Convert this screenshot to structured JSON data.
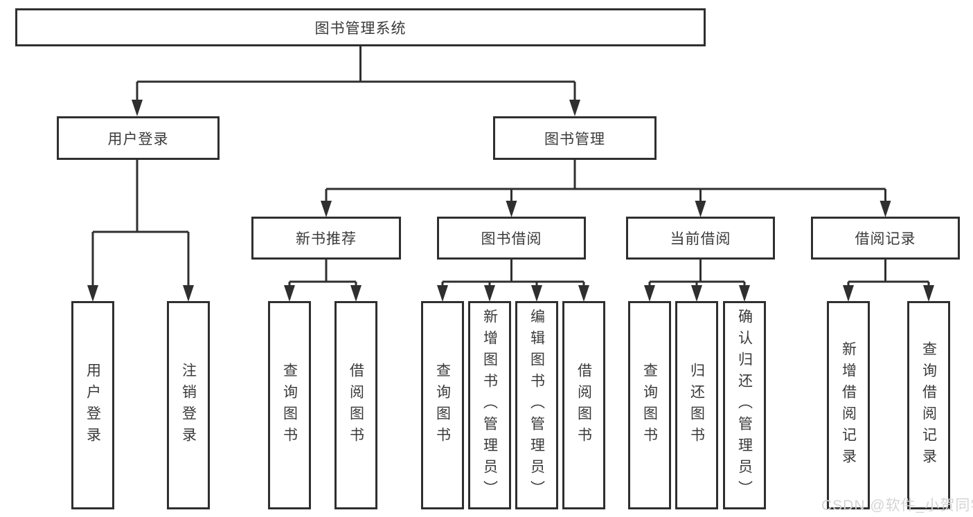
{
  "diagram": {
    "title": "图书管理系统",
    "root": "图书管理系统",
    "branches": [
      {
        "label": "用户登录",
        "leaves": [
          "用户登录",
          "注销登录"
        ]
      },
      {
        "label": "图书管理",
        "children": [
          {
            "label": "新书推荐",
            "leaves": [
              "查询图书",
              "借阅图书"
            ]
          },
          {
            "label": "图书借阅",
            "leaves": [
              "查询图书",
              "新增图书（管理员）",
              "编辑图书（管理员）",
              "借阅图书"
            ]
          },
          {
            "label": "当前借阅",
            "leaves": [
              "查询图书",
              "归还图书",
              "确认归还（管理员）"
            ]
          },
          {
            "label": "借阅记录",
            "leaves": [
              "新增借阅记录",
              "查询借阅记录"
            ]
          }
        ]
      }
    ]
  },
  "watermark": "CSDN @软件_小贺同学",
  "colors": {
    "line": "#2f2f2f",
    "box_border": "#2f2f2f",
    "text": "#3a3a3a",
    "background": "#ffffff",
    "watermark": "#d4d4d4"
  }
}
